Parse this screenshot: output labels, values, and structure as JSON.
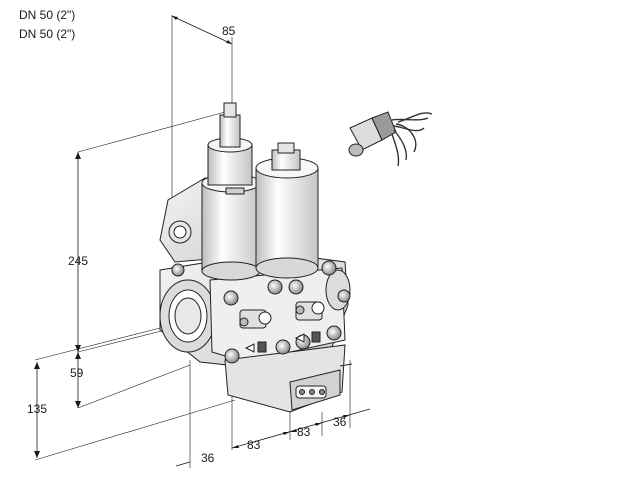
{
  "header": {
    "line1": "DN 50 (2\")",
    "line2": "DN 50 (2\")"
  },
  "dimensions": {
    "top_width": "85",
    "height_total": "245",
    "offset_59": "59",
    "height_135": "135",
    "front_36": "36",
    "spacing_a": "83",
    "spacing_b": "83",
    "right_36": "36"
  },
  "colors": {
    "body_light": "#f2f2f2",
    "body_mid": "#d6d6d6",
    "body_dark": "#9a9a9a",
    "line": "#1a1a1a"
  }
}
